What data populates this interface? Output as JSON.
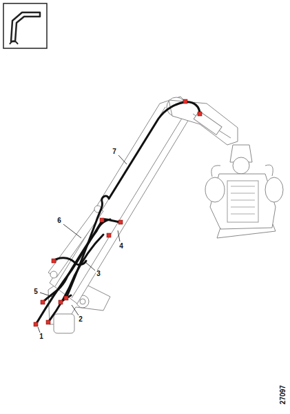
{
  "diagram": {
    "labels": [
      "1",
      "2",
      "3",
      "4",
      "5",
      "6",
      "7",
      "27097"
    ]
  }
}
